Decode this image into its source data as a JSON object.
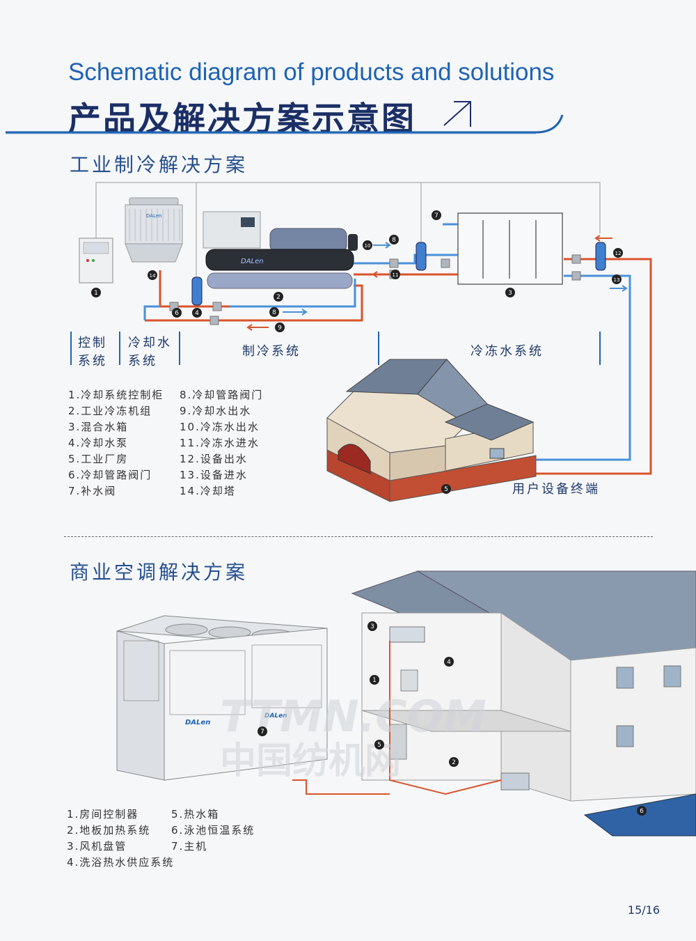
{
  "header": {
    "title_en": "Schematic diagram of products and solutions",
    "title_cn": "产品及解决方案示意图"
  },
  "industrial": {
    "section_title": "工业制冷解决方案",
    "system_labels": {
      "control": [
        "控制",
        "系统"
      ],
      "cooling_water": [
        "冷却水",
        "系统"
      ],
      "refrigeration": "制冷系统",
      "chilled_water": "冷冻水系统"
    },
    "user_terminal": "用户设备终端",
    "brand": "DALen",
    "badges": [
      "1",
      "2",
      "3",
      "5",
      "6",
      "4",
      "7",
      "8",
      "8",
      "9",
      "10",
      "11",
      "12",
      "13",
      "14"
    ],
    "legend_left": [
      "1.冷却系统控制柜",
      "2.工业冷冻机组",
      "3.混合水箱",
      "4.冷却水泵",
      "5.工业厂房",
      "6.冷却管路阀门",
      "7.补水阀"
    ],
    "legend_right": [
      "8.冷却管路阀门",
      "9.冷却水出水",
      "10.冷冻水出水",
      "11.冷冻水进水",
      "12.设备出水",
      "13.设备进水",
      "14.冷却塔"
    ]
  },
  "commercial": {
    "section_title": "商业空调解决方案",
    "brand": "DALen",
    "badges": [
      "1",
      "2",
      "3",
      "4",
      "5",
      "6",
      "7"
    ],
    "legend_left": [
      "1.房间控制器",
      "2.地板加热系统",
      "3.风机盘管",
      "4.洗浴热水供应系统"
    ],
    "legend_right": [
      "5.热水箱",
      "6.泳池恒温系统",
      "7.主机"
    ]
  },
  "watermark": {
    "latin": "TTMN.COM",
    "cn": "中国纺机网"
  },
  "footer": {
    "page": "15/16"
  },
  "colors": {
    "accent": "#1e63b4",
    "hot_pipe": "#d9532b",
    "cold_pipe": "#4a90d9",
    "roof": "#7c8da0",
    "brick": "#b8452e"
  }
}
